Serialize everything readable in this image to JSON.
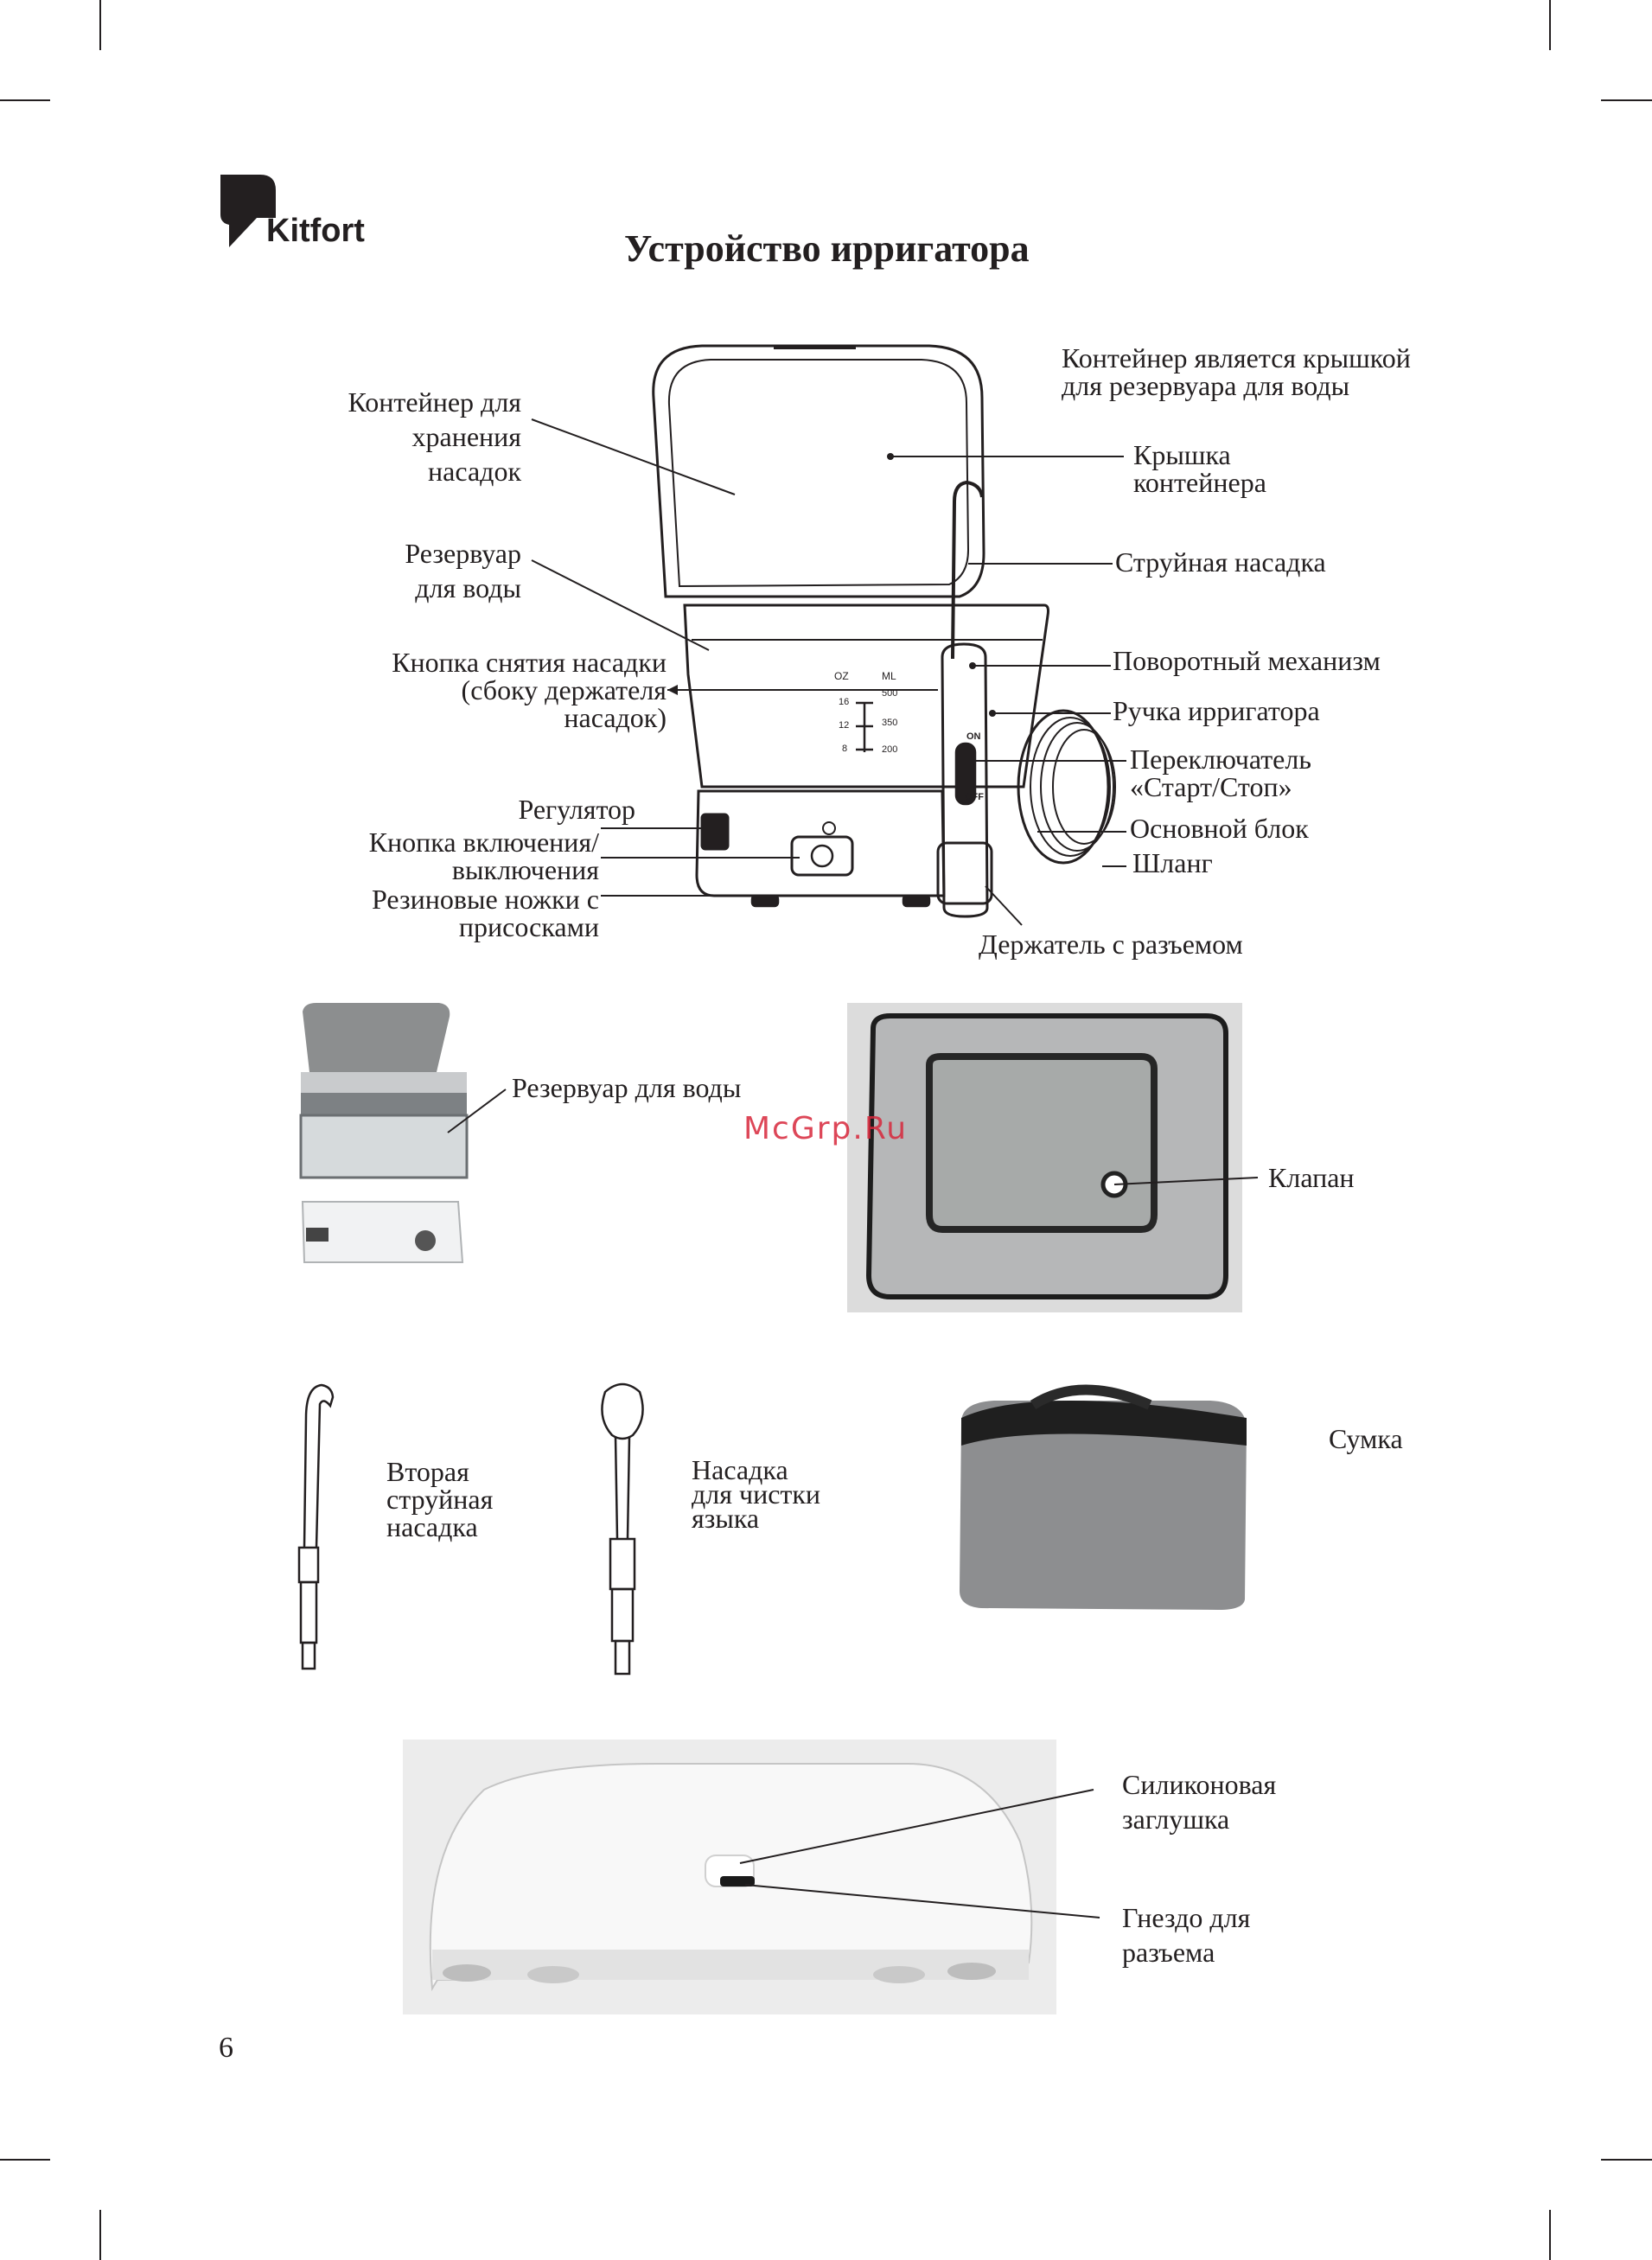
{
  "brand": {
    "name": "Kitfort"
  },
  "header": {
    "title": "Устройство ирригатора"
  },
  "watermark": "McGrp.Ru",
  "page_number": "6",
  "diagram_main": {
    "labels": {
      "storage_container": "Контейнер для\nхранения\nнасадок",
      "reservoir": "Резервуар\nдля воды",
      "release_button": "Кнопка снятия насадки\n(сбоку держателя\nнасадок)",
      "regulator": "Регулятор",
      "power_button": "Кнопка включения/\nвыключения",
      "rubber_feet": "Резиновые ножки с\nприсосками",
      "container_is_lid": "Контейнер является крышкой\nдля резервуара для воды",
      "container_lid": "Крышка\nконтейнера",
      "jet_nozzle": "Струйная насадка",
      "rotating_mechanism": "Поворотный механизм",
      "handle": "Ручка ирригатора",
      "switch": "Переключатель\n«Старт/Стоп»",
      "main_unit": "Основной блок",
      "hose": "Шланг",
      "holder": "Держатель с разъемом"
    },
    "scale": {
      "oz": "OZ",
      "ml": "ML",
      "oz_values": [
        "16",
        "12",
        "8"
      ],
      "ml_values": [
        "500",
        "350",
        "200"
      ]
    },
    "switch_text": {
      "on": "ON",
      "off": "OFF"
    }
  },
  "photo_section": {
    "reservoir_label": "Резервуар для воды",
    "valve_label": "Клапан"
  },
  "accessories": {
    "second_nozzle": "Вторая\nструйная\nнасадка",
    "tongue_cleaner": "Насадка\nдля чистки\nязыка",
    "bag": "Сумка"
  },
  "bottom_section": {
    "silicone_plug": "Силиконовая\nзаглушка",
    "connector_socket": "Гнездо для\nразъема"
  }
}
